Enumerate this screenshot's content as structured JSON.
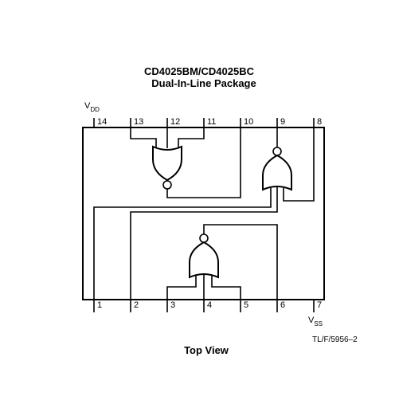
{
  "title_line1": "CD4025BM/CD4025BC",
  "title_line2": "Dual-In-Line Package",
  "footer": "Top View",
  "reference": "TL/F/5956–2",
  "supply_top": {
    "main": "V",
    "sub": "DD"
  },
  "supply_bottom": {
    "main": "V",
    "sub": "SS"
  },
  "pins_top": [
    "14",
    "13",
    "12",
    "11",
    "10",
    "9",
    "8"
  ],
  "pins_bottom": [
    "1",
    "2",
    "3",
    "4",
    "5",
    "6",
    "7"
  ],
  "gates": [
    {
      "type": "3-input NOR",
      "inputs": [
        "11",
        "12",
        "13"
      ],
      "output": "10"
    },
    {
      "type": "3-input NOR",
      "inputs": [
        "1",
        "2",
        "8"
      ],
      "output": "9"
    },
    {
      "type": "3-input NOR",
      "inputs": [
        "3",
        "4",
        "5"
      ],
      "output": "6"
    }
  ]
}
